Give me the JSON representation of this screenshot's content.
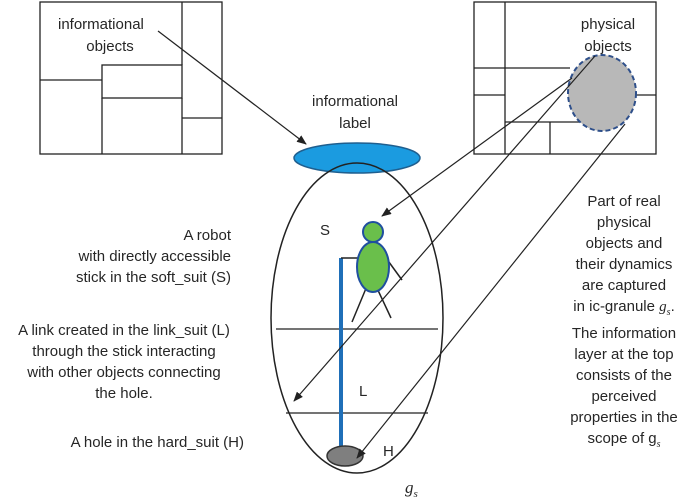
{
  "boxes": {
    "informational": {
      "label_line1": "informational",
      "label_line2": "objects"
    },
    "physical": {
      "label_line1": "physical",
      "label_line2": "objects"
    }
  },
  "info_label": {
    "line1": "informational",
    "line2": "label"
  },
  "regions": {
    "soft": "S",
    "link": "L",
    "hard": "H"
  },
  "scope_symbol": "g",
  "scope_subscript": "s",
  "left_text": {
    "robot": [
      "A robot",
      "with directly accessible",
      "stick in the soft_suit (S)"
    ],
    "link": [
      "A link created in the link_suit (L)",
      "through the stick interacting",
      "with other objects connecting",
      "the hole."
    ],
    "hole": [
      "A hole in the hard_suit (H)"
    ]
  },
  "right_text": {
    "lines_before": [
      "Part of real",
      "physical",
      "objects and",
      "their dynamics",
      "are captured"
    ],
    "granule_prefix": "in ic-granule ",
    "granule_symbol": "g",
    "granule_sub": "s",
    "granule_suffix": ".",
    "lines_after": [
      "The information",
      "layer at the top",
      "consists of the",
      "perceived",
      "properties in the"
    ],
    "scope_prefix": "scope of g",
    "scope_sub": "s"
  },
  "colors": {
    "label_fill": "#1b9be0",
    "label_stroke": "#1f5f8f",
    "stick": "#1f6fb8",
    "robot_body": "#6abf4b",
    "robot_outline": "#1f4f9f",
    "hole_fill": "#7f7f7f",
    "physical_part_fill": "#b8b8b8",
    "physical_part_stroke": "#2e4f8a"
  },
  "icons": [
    "robot-icon",
    "stick-icon",
    "hole-icon"
  ]
}
